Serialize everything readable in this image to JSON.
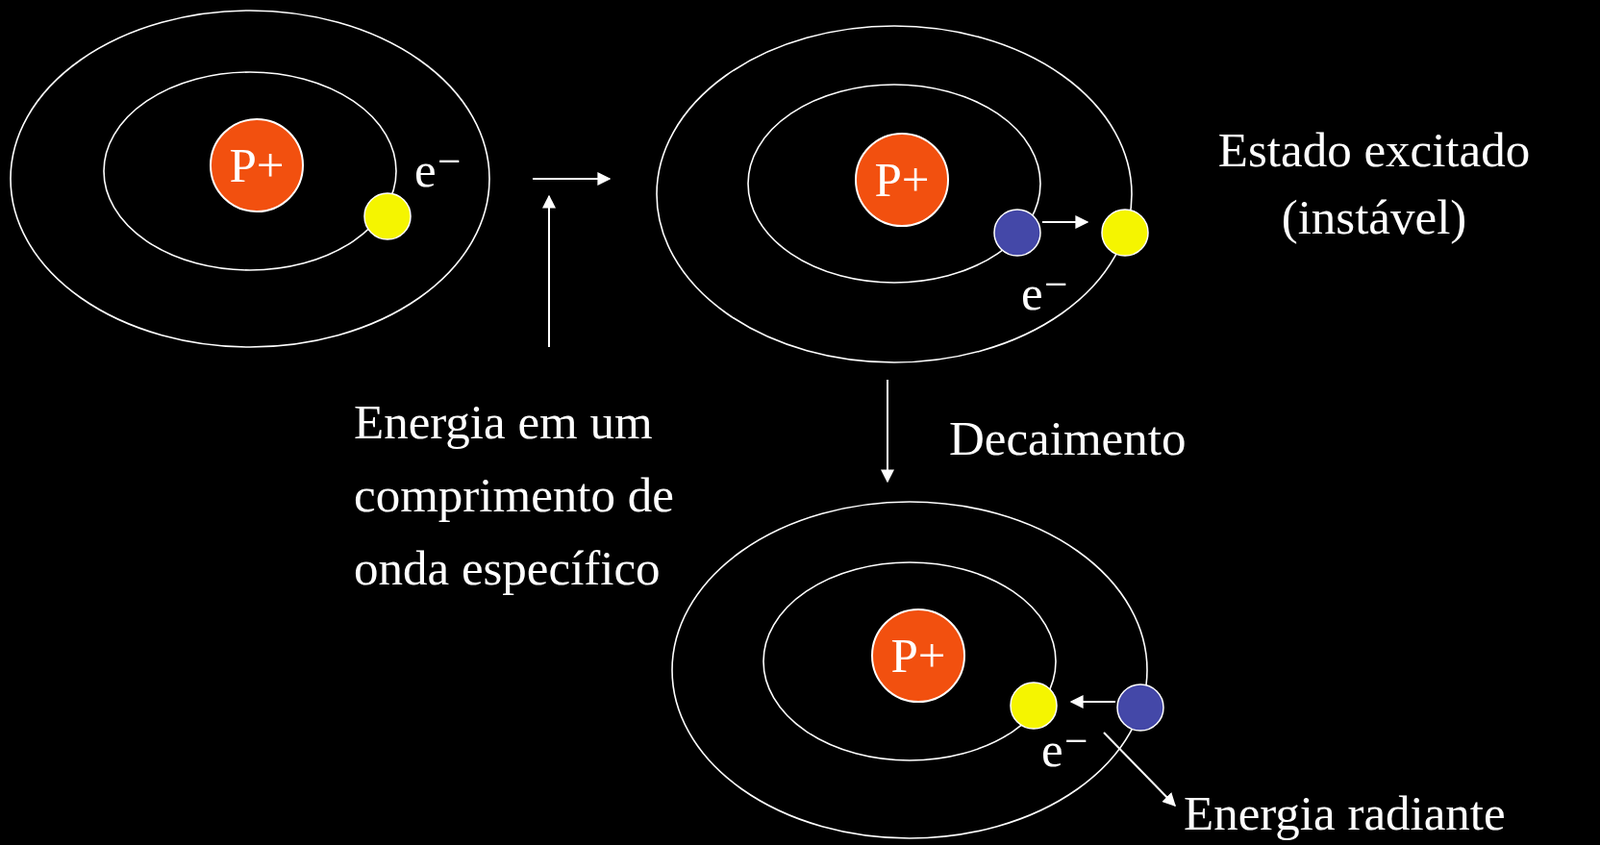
{
  "diagram": {
    "nodes": [
      {
        "text": [
          "P+"
        ]
      },
      {
        "text": [
          "P+"
        ]
      },
      {
        "text": [
          "P+"
        ]
      }
    ],
    "labels": [
      "e⁻",
      "e⁻",
      "e⁻",
      "Estado excitado (instável)",
      "Energia em um comprimento de onda específico",
      "Decaimento",
      "Energia radiante"
    ]
  }
}
